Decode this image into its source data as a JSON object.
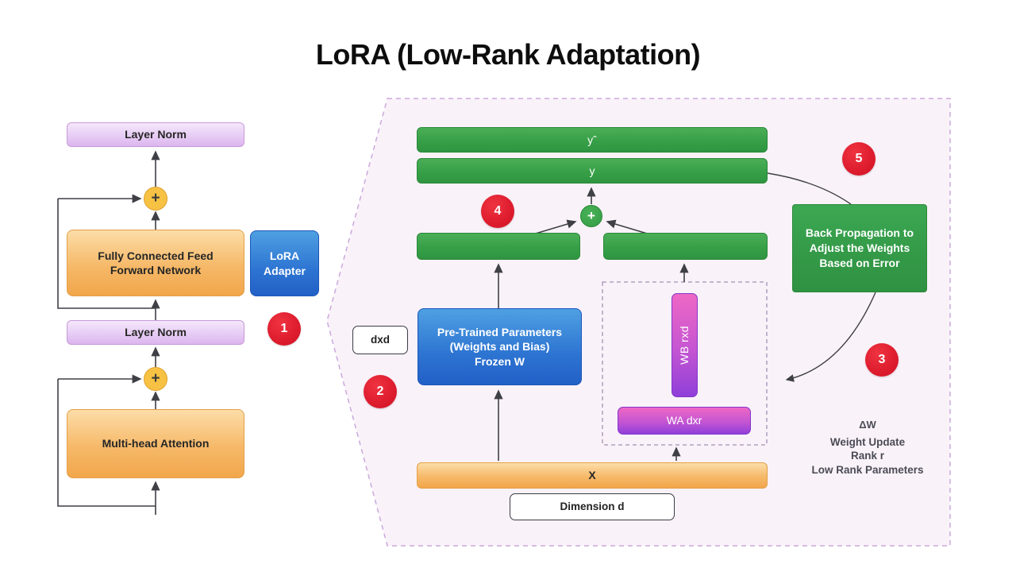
{
  "title": "LoRA (Low-Rank Adaptation)",
  "colors": {
    "accent_red": "#dd1c2e",
    "accent_green": "#37a047",
    "accent_blue": "#2d74d2",
    "accent_orange": "#f6b969",
    "accent_purple_box": "#e7cdf5",
    "accent_pink_purple": "#c455d2",
    "zone_fill": "#faf2f9",
    "zone_border": "#c9a9dc",
    "line_color": "#3f3f46"
  },
  "steps": [
    "1",
    "2",
    "3",
    "4",
    "5"
  ],
  "left_diagram": {
    "layer_norm_top": "Layer Norm",
    "add_top": "+",
    "ffn": "Fully Connected Feed Forward Network",
    "lora_adapter": "LoRA Adapter",
    "layer_norm_bottom": "Layer Norm",
    "add_bottom": "+",
    "mha": "Multi-head Attention"
  },
  "right_diagram": {
    "y_hat_bar": "yˆ",
    "y_bar": "y",
    "add": "+",
    "left_hidden_bar": "",
    "right_hidden_bar": "",
    "pretrained_lines": [
      "Pre-Trained Parameters",
      "(Weights and Bias)",
      "Frozen W"
    ],
    "dxd_label": "dxd",
    "wb_bar": "WB rxd",
    "wa_bar": "WA dxr",
    "x_bar": "X",
    "dimension_label": "Dimension d",
    "backprop": "Back Propagation to Adjust the Weights Based on Error",
    "annotation": {
      "delta_w": "ΔW",
      "line2": "Weight Update",
      "line3": "Rank r",
      "line4": "Low Rank Parameters"
    }
  }
}
